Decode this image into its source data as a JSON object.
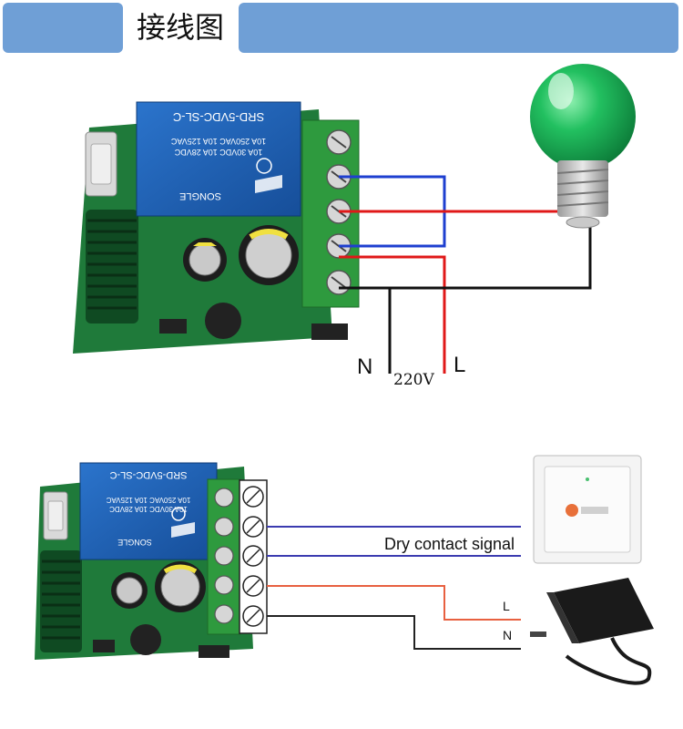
{
  "header": {
    "title": "接线图"
  },
  "diagram1": {
    "relay_text": [
      "SRD-5VDC-SL-C",
      "10A 250VAC  10A 125VAC",
      "10A 30VDC  10A 28VDC",
      "SONGLE"
    ],
    "label_n": "N",
    "label_l": "L",
    "label_voltage": "220V"
  },
  "diagram2": {
    "relay_text": [
      "SRD-5VDC-SL-C",
      "10A 250VAC  10A 125VAC",
      "10A 30VDC  10A 28VDC",
      "SONGLE"
    ],
    "label_signal": "Dry contact signal",
    "label_l": "L",
    "label_n": "N"
  },
  "colors": {
    "header_blue": "#6f9fd6",
    "pcb_green": "#1f7a3a",
    "relay_blue": "#1f5fb3",
    "terminal_green": "#2e9a3e",
    "wire_blue": "#1e3fd0",
    "wire_red": "#e01818",
    "wire_black": "#111111",
    "bulb_green": "#22c060"
  }
}
